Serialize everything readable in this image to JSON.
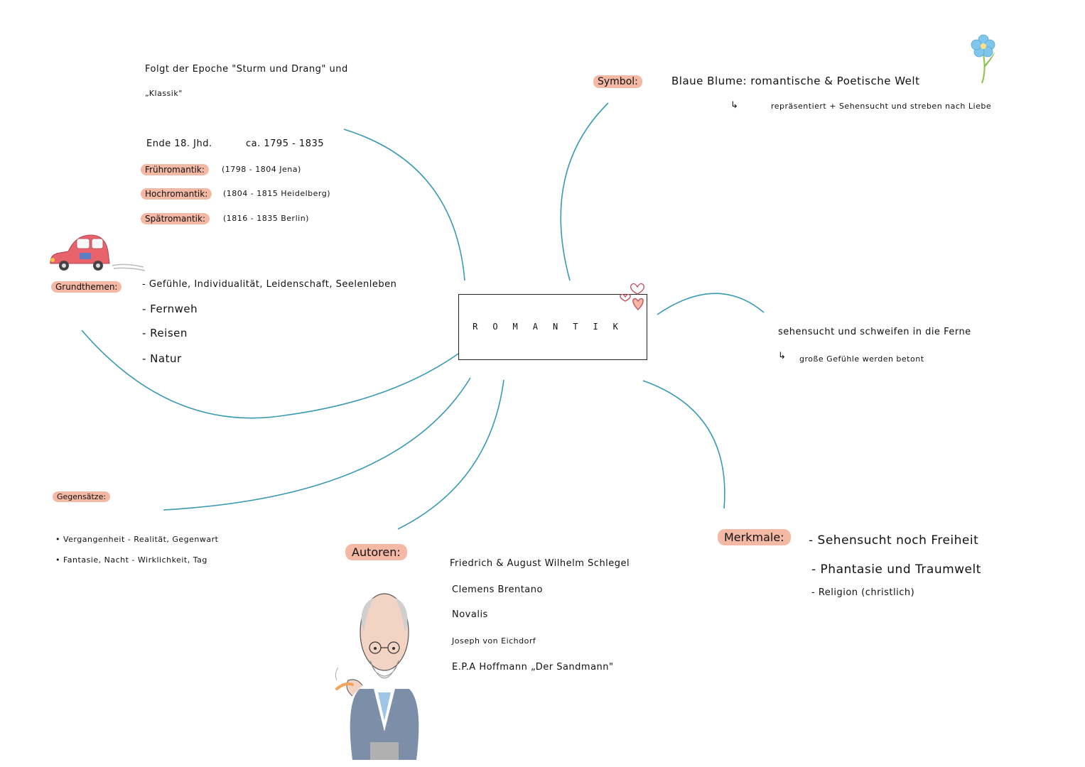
{
  "center": {
    "title": "ROMANTIK"
  },
  "epoch": {
    "line1": "Folgt der Epoche \"Sturm und Drang\" und",
    "line2": "„Klassik\"",
    "period_label": "Ende 18. Jhd.",
    "period_value": "ca. 1795 - 1835",
    "phases": [
      {
        "label": "Frühromantik:",
        "value": "(1798 - 1804 Jena)"
      },
      {
        "label": "Hochromantik:",
        "value": "(1804 - 1815 Heidelberg)"
      },
      {
        "label": "Spätromantik:",
        "value": "(1816 - 1835 Berlin)"
      }
    ]
  },
  "symbol": {
    "label": "Symbol:",
    "line1": "Blaue Blume: romantische & Poetische Welt",
    "arrow": "↳",
    "line2": "repräsentiert + Sehensucht und streben nach Liebe"
  },
  "grundthemen": {
    "label": "Grundthemen:",
    "items": [
      "- Gefühle, Individualität, Leidenschaft, Seelenleben",
      "- Fernweh",
      "- Reisen",
      "- Natur"
    ]
  },
  "sehnsucht": {
    "line1": "sehensucht und schweifen in die Ferne",
    "arrow": "↳",
    "line2": "große Gefühle werden betont"
  },
  "gegensaetze": {
    "label": "Gegensätze:",
    "items": [
      "• Vergangenheit - Realität, Gegenwart",
      "• Fantasie, Nacht - Wirklichkeit, Tag"
    ]
  },
  "autoren": {
    "label": "Autoren:",
    "items": [
      "Friedrich & August Wilhelm Schlegel",
      "Clemens Brentano",
      "Novalis",
      "Joseph von Eichdorf",
      "E.P.A Hoffmann „Der Sandmann\""
    ]
  },
  "merkmale": {
    "label": "Merkmale:",
    "items": [
      "- Sehensucht noch Freiheit",
      "- Phantasie und Traumwelt",
      "- Religion (christlich)"
    ]
  },
  "colors": {
    "highlight": "#f4b9a4",
    "branch": "#3a9ab3",
    "flower": "#7ec6ea",
    "car": "#e8636b"
  },
  "icons": [
    "car-icon",
    "flower-icon",
    "hearts-icon",
    "author-portrait"
  ]
}
